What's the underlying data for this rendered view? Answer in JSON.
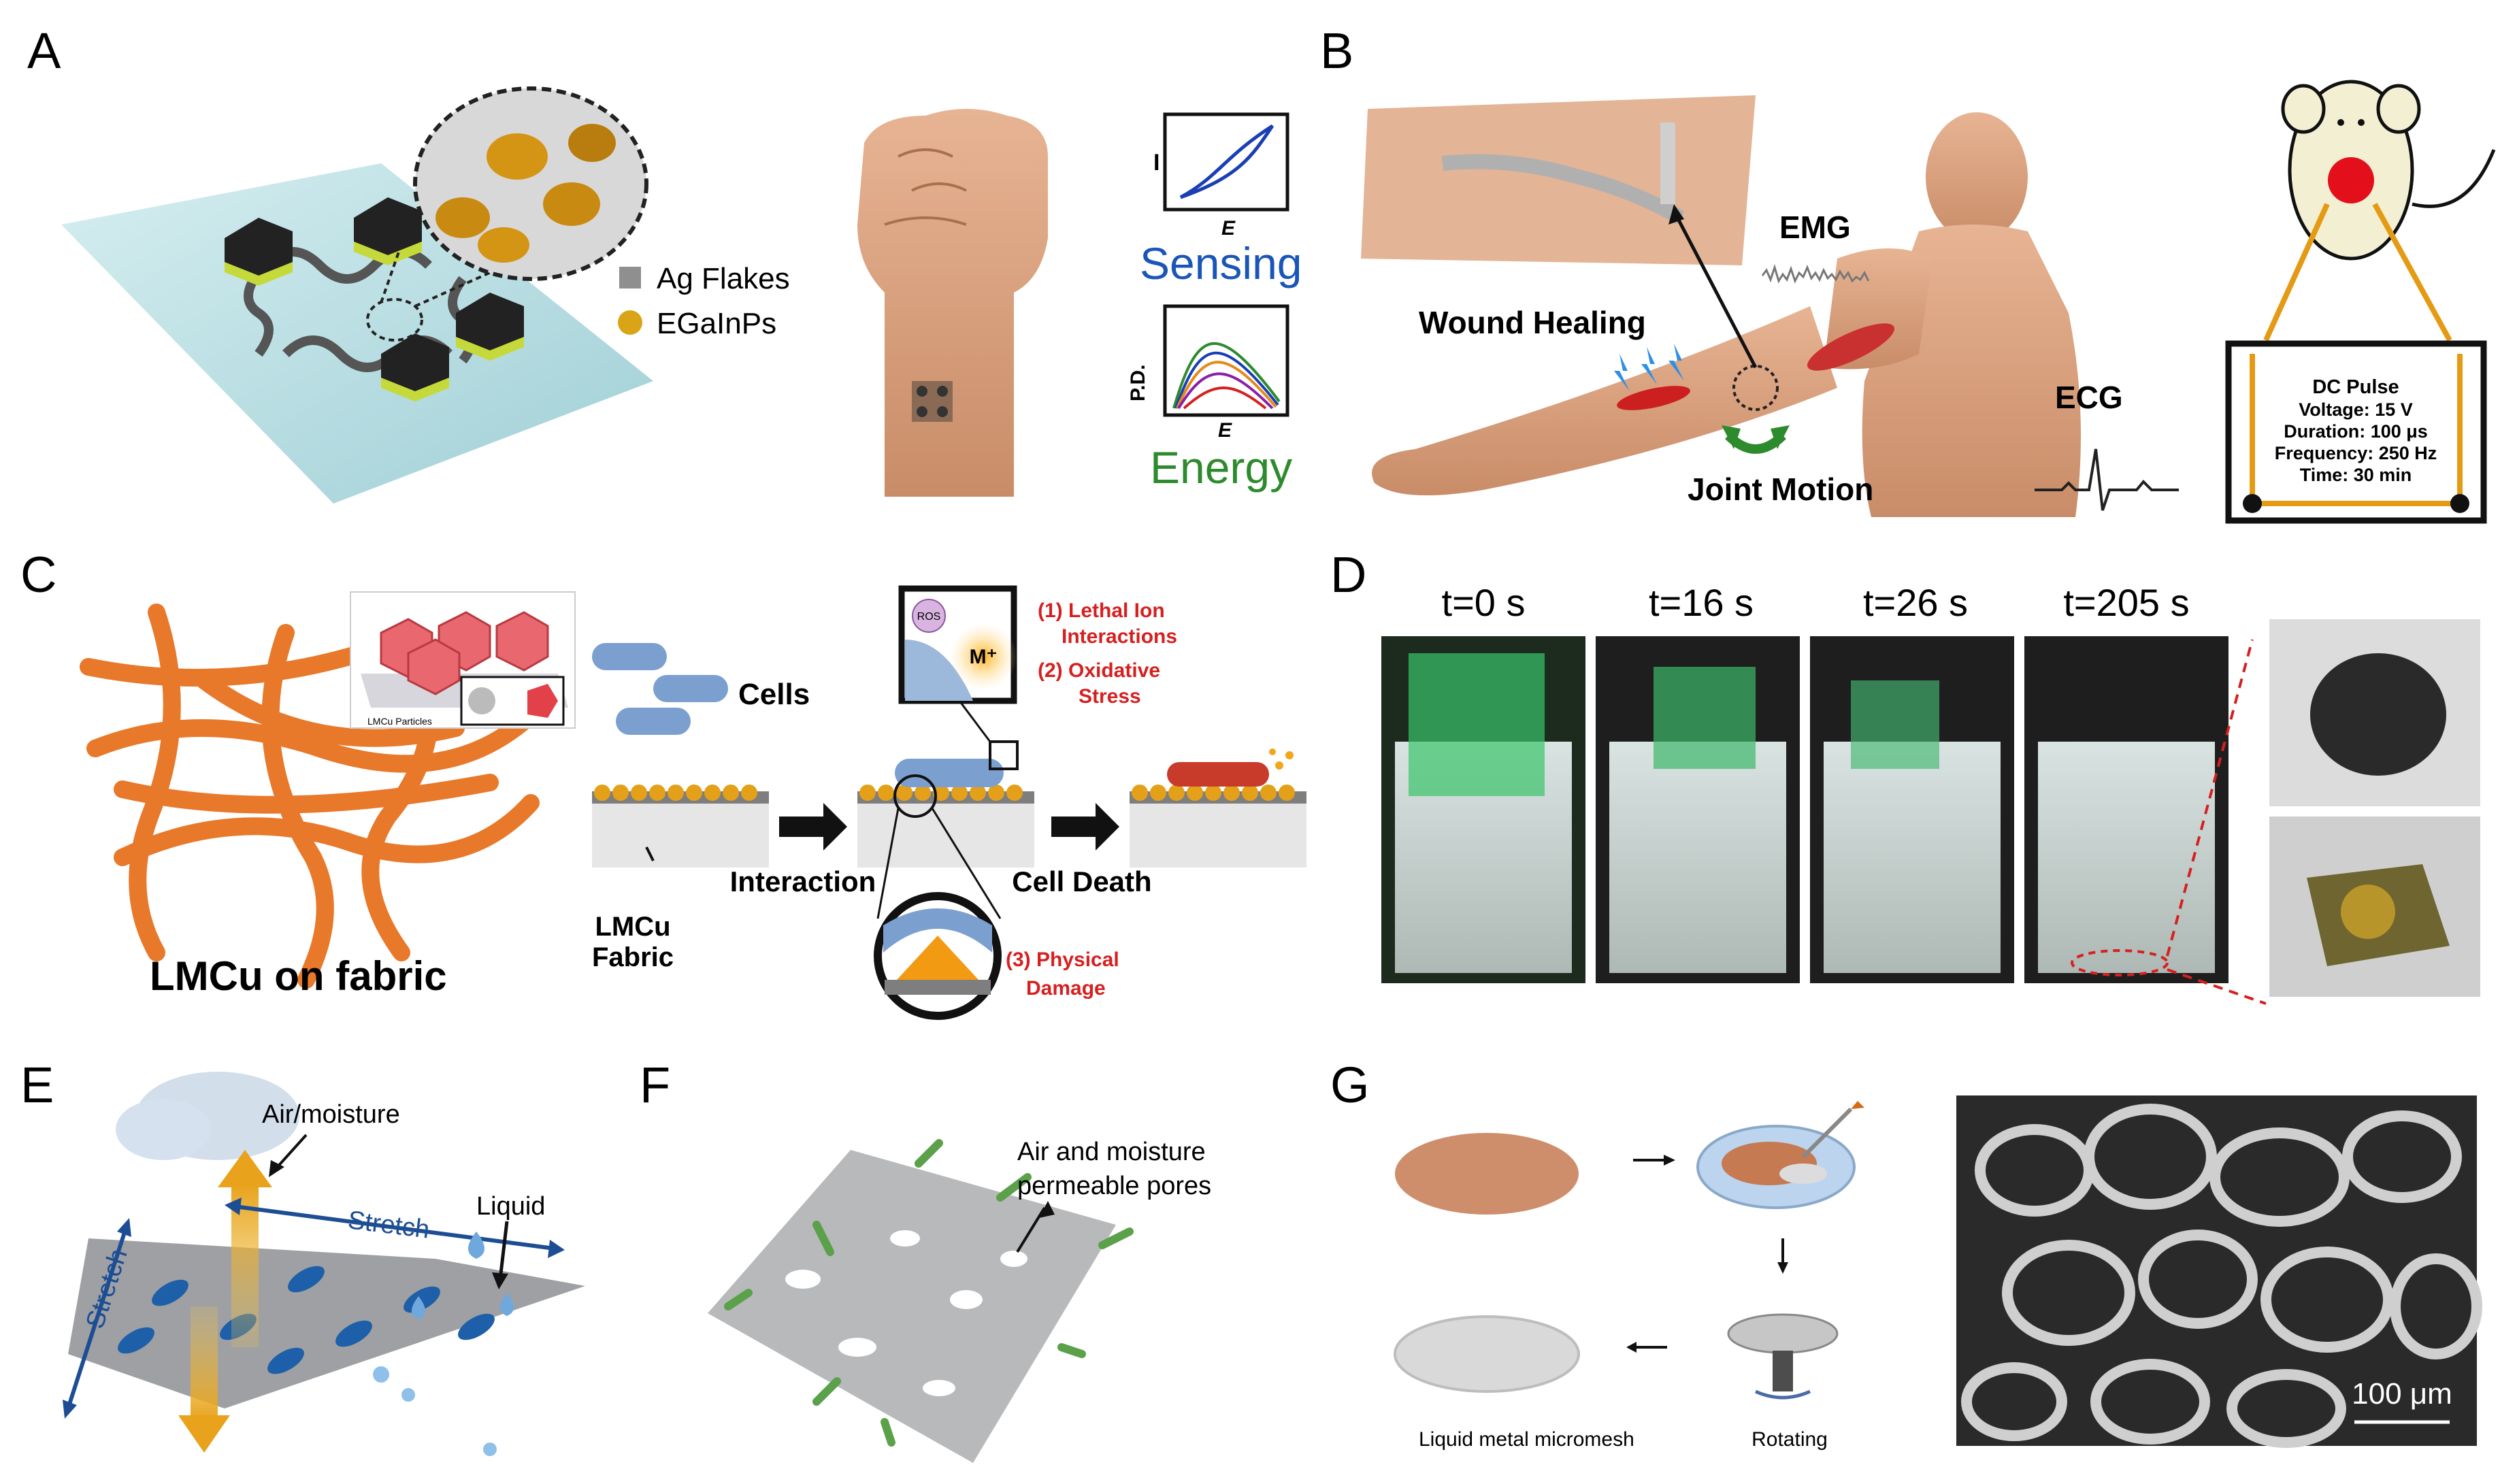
{
  "panels": {
    "A": {
      "letter": "A",
      "legend": [
        {
          "label": "Ag Flakes",
          "color": "#8f8f8f"
        },
        {
          "label": "EGaInPs",
          "color": "#d9a416"
        }
      ],
      "cv_axis_y": "I",
      "cv_axis_x": "E",
      "cv_caption": "Sensing",
      "pd_axis_y": "P.D.",
      "pd_axis_x": "E",
      "pd_caption": "Energy",
      "sensing_color": "#1a55b8",
      "energy_color": "#2d8a2d"
    },
    "B": {
      "letter": "B",
      "emg": "EMG",
      "wound": "Wound Healing",
      "ecg": "ECG",
      "joint": "Joint Motion",
      "pulse_title": "DC Pulse",
      "pulse_lines": [
        "Voltage: 15 V",
        "Duration: 100 μs",
        "Frequency: 250 Hz",
        "Time: 30 min"
      ]
    },
    "C": {
      "letter": "C",
      "fabric_caption": "LMCu on fabric",
      "particles_label": "LMCu Particles",
      "cells": "Cells",
      "lmcu_fabric_line1": "LMCu",
      "lmcu_fabric_line2": "Fabric",
      "interaction": "Interaction",
      "cell_death": "Cell Death",
      "mechanism1_line1": "(1) Lethal Ion",
      "mechanism1_line2": "Interactions",
      "mechanism2_line1": "(2) Oxidative",
      "mechanism2_line2": "Stress",
      "mechanism3_line1": "(3) Physical",
      "mechanism3_line2": "Damage",
      "ros": "ROS",
      "ion": "M⁺",
      "accent": "#d62020"
    },
    "D": {
      "letter": "D",
      "timepoints": [
        "t=0 s",
        "t=16 s",
        "t=26 s",
        "t=205 s"
      ]
    },
    "E": {
      "letter": "E",
      "air": "Air/moisture",
      "stretch_top": "Stretch",
      "stretch_left": "Stretch",
      "liquid": "Liquid"
    },
    "F": {
      "letter": "F",
      "pores_line1": "Air and moisture",
      "pores_line2": "permeable pores"
    },
    "G": {
      "letter": "G",
      "micromesh": "Liquid metal micromesh",
      "rotating": "Rotating",
      "scale": "100 μm"
    }
  }
}
